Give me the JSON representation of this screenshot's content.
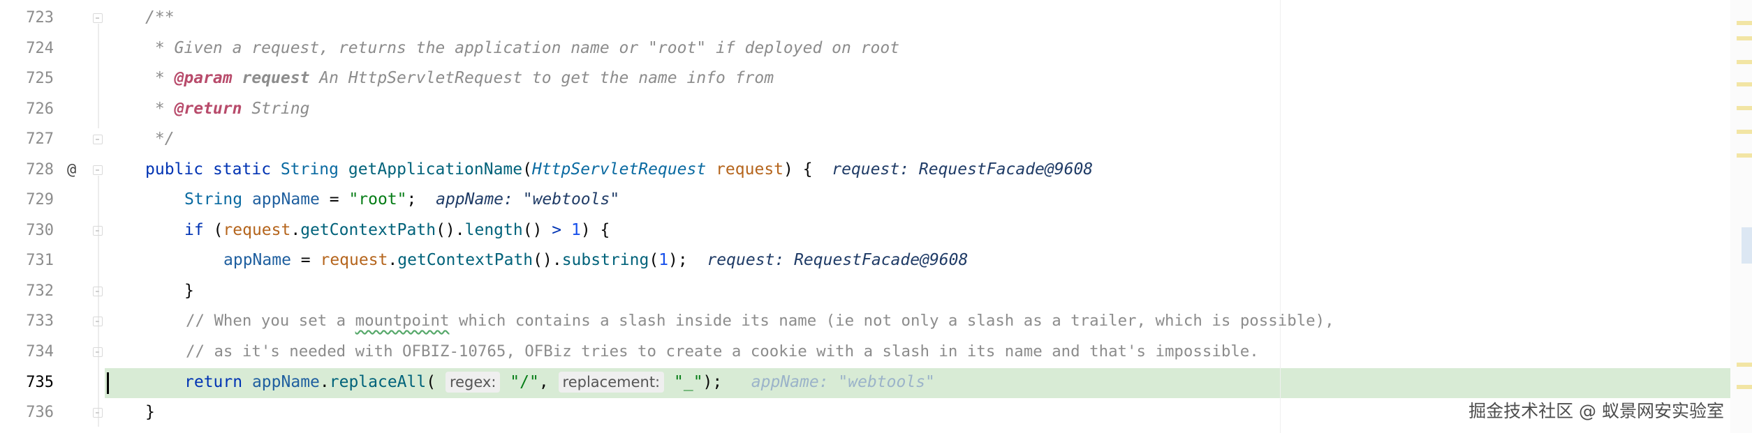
{
  "editor": {
    "line_numbers": [
      "723",
      "724",
      "725",
      "726",
      "727",
      "728",
      "729",
      "730",
      "731",
      "732",
      "733",
      "734",
      "735",
      "736"
    ],
    "current_line": "735",
    "gutter_annotation_symbol": "@",
    "lines": {
      "l723": {
        "doc": "/**"
      },
      "l724": {
        "doc": " * Given a request, returns the application name or \"root\" if deployed on root"
      },
      "l725": {
        "pre": " * ",
        "tag": "@param",
        "sp": " ",
        "name": "request",
        "rest": " An HttpServletRequest to get the name info from"
      },
      "l726": {
        "pre": " * ",
        "tag": "@return",
        "rest": " String"
      },
      "l727": {
        "doc": " */"
      },
      "l728": {
        "kw1": "public",
        "kw2": "static",
        "ret_type": "String",
        "method": "getApplicationName",
        "open": "(",
        "ptype": "HttpServletRequest",
        "pname": "request",
        "close": ") {",
        "inlay": "request: RequestFacade@9608"
      },
      "l729": {
        "type": "String",
        "var": "appName",
        "eq": " = ",
        "str": "\"root\"",
        "semi": ";",
        "inlay": "appName: \"webtools\""
      },
      "l730": {
        "kw": "if",
        "open": " (",
        "obj": "request",
        "dot1": ".",
        "m1": "getContextPath",
        "p1": "().",
        "m2": "length",
        "p2": "() ",
        "op": ">",
        "sp": " ",
        "num": "1",
        "close": ") {"
      },
      "l731": {
        "var": "appName",
        "eq": " = ",
        "obj": "request",
        "dot1": ".",
        "m1": "getContextPath",
        "p1": "().",
        "m2": "substring",
        "open": "(",
        "num": "1",
        "close": ");",
        "inlay": "request: RequestFacade@9608"
      },
      "l732": {
        "text": "}"
      },
      "l733": {
        "c1": "// When you set a ",
        "squiggle": "mountpoint",
        "c2": " which contains a slash inside its name (ie not only a slash as a trailer, which is possible),"
      },
      "l734": {
        "text": "// as it's needed with OFBIZ-10765, OFBiz tries to create a cookie with a slash in its name and that's impossible."
      },
      "l735": {
        "kw": "return",
        "var": "appName",
        "dot": ".",
        "method": "replaceAll",
        "open": "( ",
        "hint1": "regex:",
        "arg1": "\"/\"",
        "comma": ",",
        "hint2": "replacement:",
        "arg2": "\"_\"",
        "close": ");",
        "inlay": "appName: \"webtools\""
      },
      "l736": {
        "text": "}"
      }
    }
  },
  "watermark": "掘金技术社区 @ 蚁景网安实验室",
  "colors": {
    "current_line_bg": "#d8ebd5",
    "keyword": "#0033b3",
    "string": "#067d17",
    "comment": "#8c8c8c",
    "doc_tag": "#b84b6b"
  }
}
